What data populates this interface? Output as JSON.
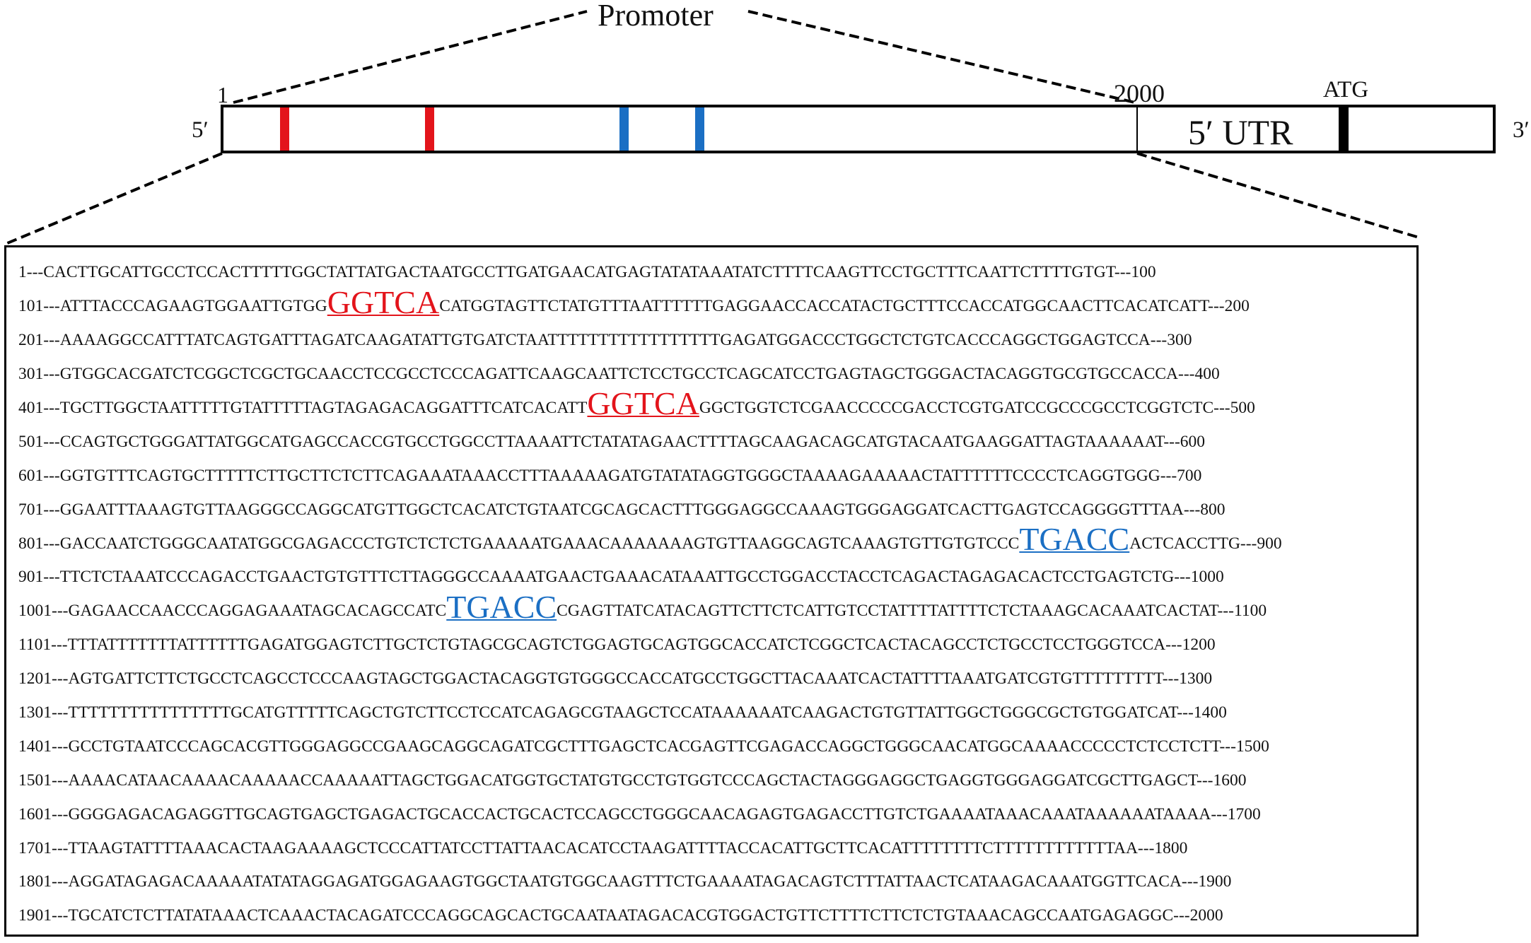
{
  "diagram": {
    "title": "Promoter",
    "start_position": "1",
    "end_position": "2000",
    "atg_label": "ATG",
    "utr_label": "5′ UTR",
    "five_prime_label": "5′",
    "three_prime_label": "3′",
    "colors": {
      "red_motif": "#e3141b",
      "blue_motif": "#1b6fc4"
    }
  },
  "sequence": {
    "lines": [
      {
        "pre": "1---CACTTGCATTGCCTCCACTTTTTGGCTATTATGACTAATGCCTTGATGAACATGAGTATATAAATATCTTTTCAAGTTCCTGCTTTCAATTCTTTTGTGT---100"
      },
      {
        "pre": "101---ATTTACCCAGAAGTGGAATTGTGG",
        "motif": "GGTCA",
        "color": "red",
        "post": "CATGGTAGTTCTATGTTTAATTTTTTGAGGAACCACCATACTGCTTTCCACCATGGCAACTTCACATCATT---200"
      },
      {
        "pre": "201---AAAAGGCCATTTATCAGTGATTTAGATCAAGATATTGTGATCTAATTTTTTTTTTTTTTTTTGAGATGGACCCTGGCTCTGTCACCCAGGCTGGAGTCCA---300"
      },
      {
        "pre": "301---GTGGCACGATCTCGGCTCGCTGCAACCTCCGCCTCCCAGATTCAAGCAATTCTCCTGCCTCAGCATCCTGAGTAGCTGGGACTACAGGTGCGTGCCACCA---400"
      },
      {
        "pre": "401---TGCTTGGCTAATTTTTGTATTTTTAGTAGAGACAGGATTTCATCACATT",
        "motif": "GGTCA",
        "color": "red",
        "post": "GGCTGGTCTCGAACCCCCGACCTCGTGATCCGCCCGCCTCGGTCTC---500"
      },
      {
        "pre": "501---CCAGTGCTGGGATTATGGCATGAGCCACCGTGCCTGGCCTTAAAATTCTATATAGAACTTTTAGCAAGACAGCATGTACAATGAAGGATTAGTAAAAAAT---600"
      },
      {
        "pre": "601---GGTGTTTCAGTGCTTTTTCTTGCTTCTCTTCAGAAATAAACCTTTAAAAAGATGTATATAGGTGGGCTAAAAGAAAAACTATTTTTTCCCCTCAGGTGGG---700"
      },
      {
        "pre": "701---GGAATTTAAAGTGTTAAGGGCCAGGCATGTTGGCTCACATCTGTAATCGCAGCACTTTGGGAGGCCAAAGTGGGAGGATCACTTGAGTCCAGGGGTTTAA---800"
      },
      {
        "pre": "801---GACCAATCTGGGCAATATGGCGAGACCCTGTCTCTCTGAAAAATGAAACAAAAAAAGTGTTAAGGCAGTCAAAGTGTTGTGTCCC",
        "motif": "TGACC",
        "color": "blue",
        "post": "ACTCACCTTG---900"
      },
      {
        "pre": "901---TTCTCTAAATCCCAGACCTGAACTGTGTTTCTTAGGGCCAAAATGAACTGAAACATAAATTGCCTGGACCTACCTCAGACTAGAGACACTCCTGAGTCTG---1000"
      },
      {
        "pre": "1001---GAGAACCAACCCAGGAGAAATAGCACAGCCATC",
        "motif": "TGACC",
        "color": "blue",
        "post": "CGAGTTATCATACAGTTCTTCTCATTGTCCTATTTTATTTTCTCTAAAGCACAAATCACTAT---1100"
      },
      {
        "pre": "1101---TTTATTTTTTTATTTTTTGAGATGGAGTCTTGCTCTGTAGCGCAGTCTGGAGTGCAGTGGCACCATCTCGGCTCACTACAGCCTCTGCCTCCTGGGTCCA---1200"
      },
      {
        "pre": "1201---AGTGATTCTTCTGCCTCAGCCTCCCAAGTAGCTGGACTACAGGTGTGGGCCACCATGCCTGGCTTACAAATCACTATTTTAAATGATCGTGTTTTTTTTT---1300"
      },
      {
        "pre": "1301---TTTTTTTTTTTTTTTTGCATGTTTTTCAGCTGTCTTCCTCCATCAGAGCGTAAGCTCCATAAAAAATCAAGACTGTGTTATTGGCTGGGCGCTGTGGATCAT---1400"
      },
      {
        "pre": "1401---GCCTGTAATCCCAGCACGTTGGGAGGCCGAAGCAGGCAGATCGCTTTGAGCTCACGAGTTCGAGACCAGGCTGGGCAACATGGCAAAACCCCCTCTCCTCTT---1500"
      },
      {
        "pre": "1501---AAAACATAACAAAACAAAAACCAAAAATTAGCTGGACATGGTGCTATGTGCCTGTGGTCCCAGCTACTAGGGAGGCTGAGGTGGGAGGATCGCTTGAGCT---1600"
      },
      {
        "pre": "1601---GGGGAGACAGAGGTTGCAGTGAGCTGAGACTGCACCACTGCACTCCAGCCTGGGCAACAGAGTGAGACCTTGTCTGAAAATAAACAAATAAAAAATAAAA---1700"
      },
      {
        "pre": "1701---TTAAGTATTTTAAACACTAAGAAAAGCTCCCATTATCCTTATTAACACATCCTAAGATTTTACCACATTGCTTCACATTTTTTTTCTTTTTTTTTTTTAA---1800"
      },
      {
        "pre": "1801---AGGATAGAGACAAAAATATATAGGAGATGGAGAAGTGGCTAATGTGGCAAGTTTCTGAAAATAGACAGTCTTTATTAACTCATAAGACAAATGGTTCACA---1900"
      },
      {
        "pre": "1901---TGCATCTCTTATATAAACTCAAACTACAGATCCCAGGCAGCACTGCAATAATAGACACGTGGACTGTTCTTTTCTTCTCTGTAAACAGCCAATGAGAGGC---2000"
      }
    ]
  }
}
